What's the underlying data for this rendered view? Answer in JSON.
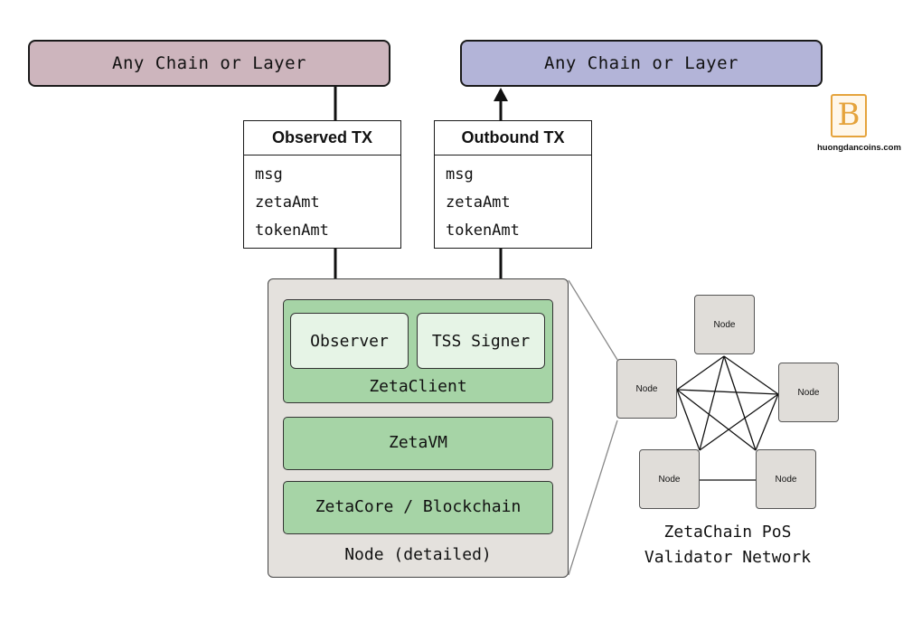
{
  "chains": {
    "source_label": "Any Chain or Layer",
    "destination_label": "Any Chain or Layer",
    "source_color": "#cdb5bd",
    "destination_color": "#b3b4d8"
  },
  "observed_tx": {
    "title": "Observed TX",
    "fields": [
      "msg",
      "zetaAmt",
      "tokenAmt"
    ]
  },
  "outbound_tx": {
    "title": "Outbound TX",
    "fields": [
      "msg",
      "zetaAmt",
      "tokenAmt"
    ]
  },
  "node_detailed": {
    "label": "Node (detailed)",
    "zeta_client": {
      "label": "ZetaClient",
      "observer_label": "Observer",
      "tss_signer_label": "TSS Signer"
    },
    "zeta_vm_label": "ZetaVM",
    "zeta_core_label": "ZetaCore / Blockchain",
    "green_color": "#a6d4a6",
    "light_green_color": "#e6f4e6"
  },
  "network": {
    "node_label": "Node",
    "title_line1": "ZetaChain PoS",
    "title_line2": "Validator Network"
  },
  "watermark": {
    "letter": "B",
    "site": "huongdancoins.com",
    "color": "#e5a33c"
  }
}
